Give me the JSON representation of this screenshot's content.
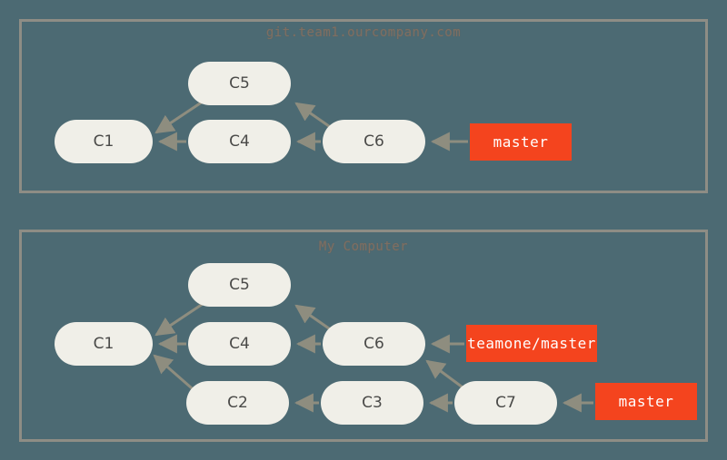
{
  "diagram": {
    "background_color": "#4c6a73",
    "frame_color": "#8e8d85",
    "commit_fill": "#f0efe8",
    "commit_text_color": "#4a4a48",
    "branch_color": "#f4441e",
    "branch_text_color": "#ffffff",
    "arrow_color": "#8e8d7f",
    "title_color": "#7d6f63"
  },
  "panels": [
    {
      "id": "remote",
      "title": "git.team1.ourcompany.com",
      "commits": [
        {
          "label": "C1"
        },
        {
          "label": "C4"
        },
        {
          "label": "C5"
        },
        {
          "label": "C6"
        }
      ],
      "branches": [
        {
          "label": "master"
        }
      ]
    },
    {
      "id": "local",
      "title": "My Computer",
      "commits": [
        {
          "label": "C1"
        },
        {
          "label": "C4"
        },
        {
          "label": "C5"
        },
        {
          "label": "C6"
        },
        {
          "label": "C2"
        },
        {
          "label": "C3"
        },
        {
          "label": "C7"
        }
      ],
      "branches": [
        {
          "label": "teamone/master"
        },
        {
          "label": "master"
        }
      ]
    }
  ]
}
